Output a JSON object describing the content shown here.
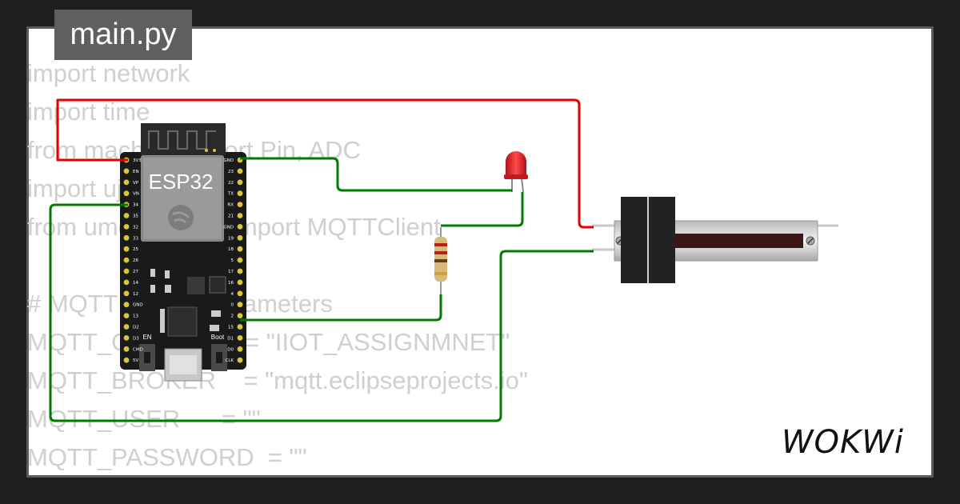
{
  "file": {
    "title": "main.py"
  },
  "code_lines": [
    "import network",
    "import time",
    "from machine import Pin, ADC",
    "import ujson",
    "from umqtt.simple import MQTTClient",
    "",
    "# MQTT Server Parameters",
    "MQTT_CLIENT_ID = \"IIOT_ASSIGNMNET\"",
    "MQTT_BROKER    = \"mqtt.eclipseprojects.io\"",
    "MQTT_USER      = \"\"",
    "MQTT_PASSWORD  = \"\""
  ],
  "board": {
    "name": "ESP32",
    "button_en": "EN",
    "button_boot": "Boot",
    "left_pins": [
      "3V3",
      "EN",
      "VP",
      "VN",
      "34",
      "35",
      "32",
      "33",
      "25",
      "26",
      "27",
      "14",
      "12",
      "GND",
      "13",
      "D2",
      "D3",
      "CMD",
      "5V"
    ],
    "right_pins": [
      "GND",
      "23",
      "22",
      "TX",
      "RX",
      "21",
      "GND",
      "19",
      "18",
      "5",
      "17",
      "16",
      "4",
      "0",
      "2",
      "15",
      "D1",
      "D0",
      "CLK"
    ]
  },
  "colors": {
    "wire_power": "#e20000",
    "wire_signal": "#007a00",
    "led": "#e8262a",
    "board": "#1a1a1a",
    "pin": "#d9c63a"
  },
  "brand": {
    "name": "WOKWi"
  }
}
